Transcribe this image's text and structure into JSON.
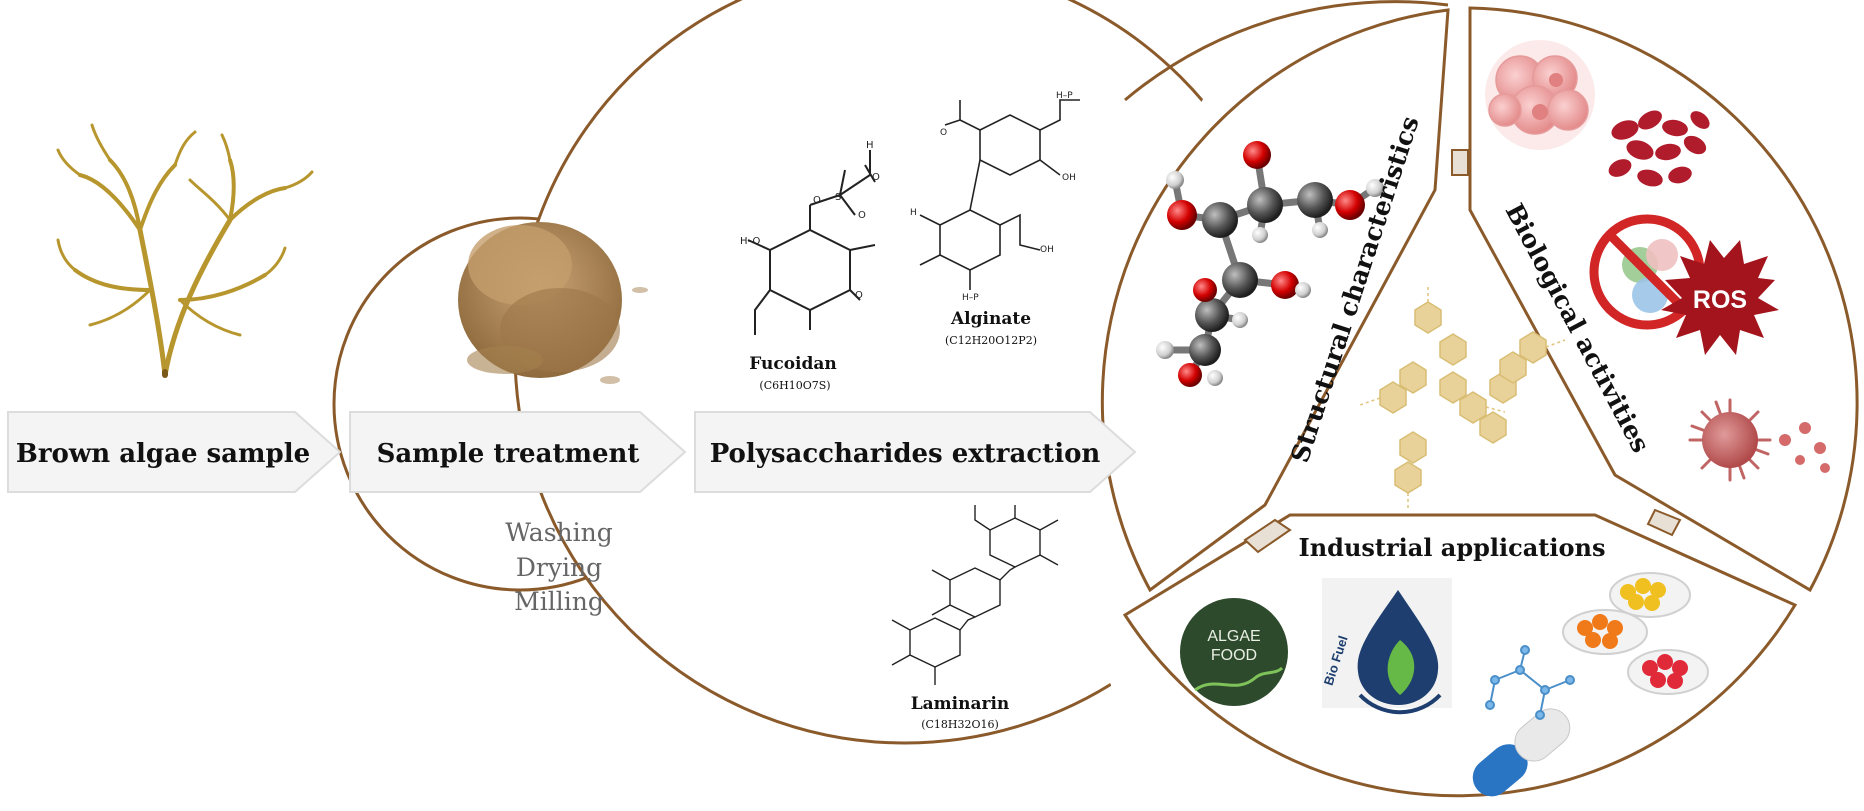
{
  "steps": [
    {
      "label": "Brown algae sample"
    },
    {
      "label": "Sample treatment"
    },
    {
      "label": "Polysaccharides extraction"
    }
  ],
  "treatment_steps": [
    "Washing",
    "Drying",
    "Milling"
  ],
  "molecules": {
    "fucoidan": {
      "name": "Fucoidan",
      "formula": "(C6H10O7S)"
    },
    "alginate": {
      "name": "Alginate",
      "formula": "(C12H20O12P2)"
    },
    "laminarin": {
      "name": "Laminarin",
      "formula": "(C18H32O16)"
    }
  },
  "sectors": {
    "structural": "Structural characteristics",
    "biological": "Biological activities",
    "industrial": "Industrial applications"
  },
  "badges": {
    "ros": "ROS",
    "algae_food_line1": "ALGAE",
    "algae_food_line2": "FOOD",
    "bio_fuel": "Bio Fuel"
  },
  "colors": {
    "outline": "#8b5a2b",
    "arrow_fill": "#f4f4f4",
    "arrow_stroke": "#dcdcdc",
    "seaweed": "#b8962e",
    "powder": "#b08a5a",
    "ros_red": "#a3141c",
    "hex_tan": "#e8d29a",
    "algae_food_green": "#2e4a2c",
    "biofuel_blue": "#1d3e6e"
  }
}
